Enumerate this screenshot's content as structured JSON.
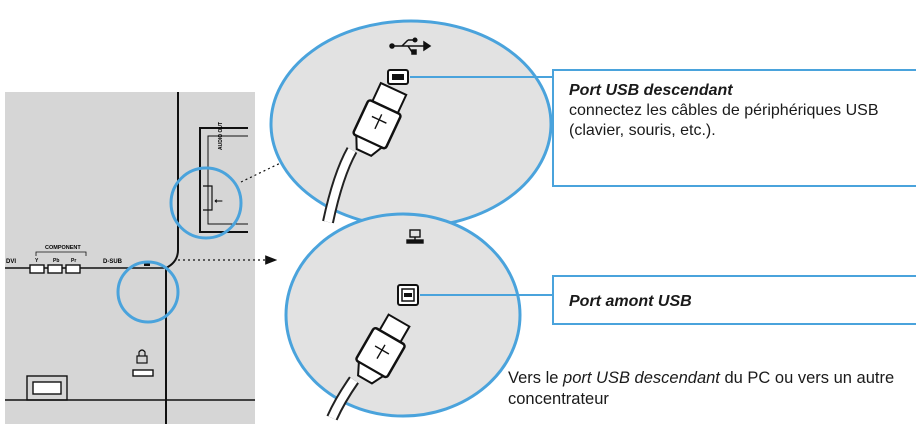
{
  "callouts": {
    "downstream": {
      "title": "Port USB descendant",
      "description": "connectez les câbles de périphériques USB (clavier, souris, etc.)."
    },
    "upstream": {
      "title": "Port amont USB"
    }
  },
  "note": {
    "prefix": "Vers le ",
    "emphasis": "port USB descendant",
    "suffix": " du PC ou vers un autre concentrateur"
  },
  "panel_labels": {
    "dvi": "DVI",
    "component": "COMPONENT",
    "y": "Y",
    "pb": "Pb",
    "pr": "Pr",
    "dsub": "D-SUB",
    "audio_out": "AUDIO OUT"
  },
  "icons": {
    "usb_symbol": "usb-trident-icon",
    "upstream_symbol": "computer-icon",
    "lock": "kensington-lock-icon"
  },
  "colors": {
    "accent": "#4aa3dc",
    "panel": "#d6d6d6",
    "zoom_circle": "#e2e2e2"
  }
}
